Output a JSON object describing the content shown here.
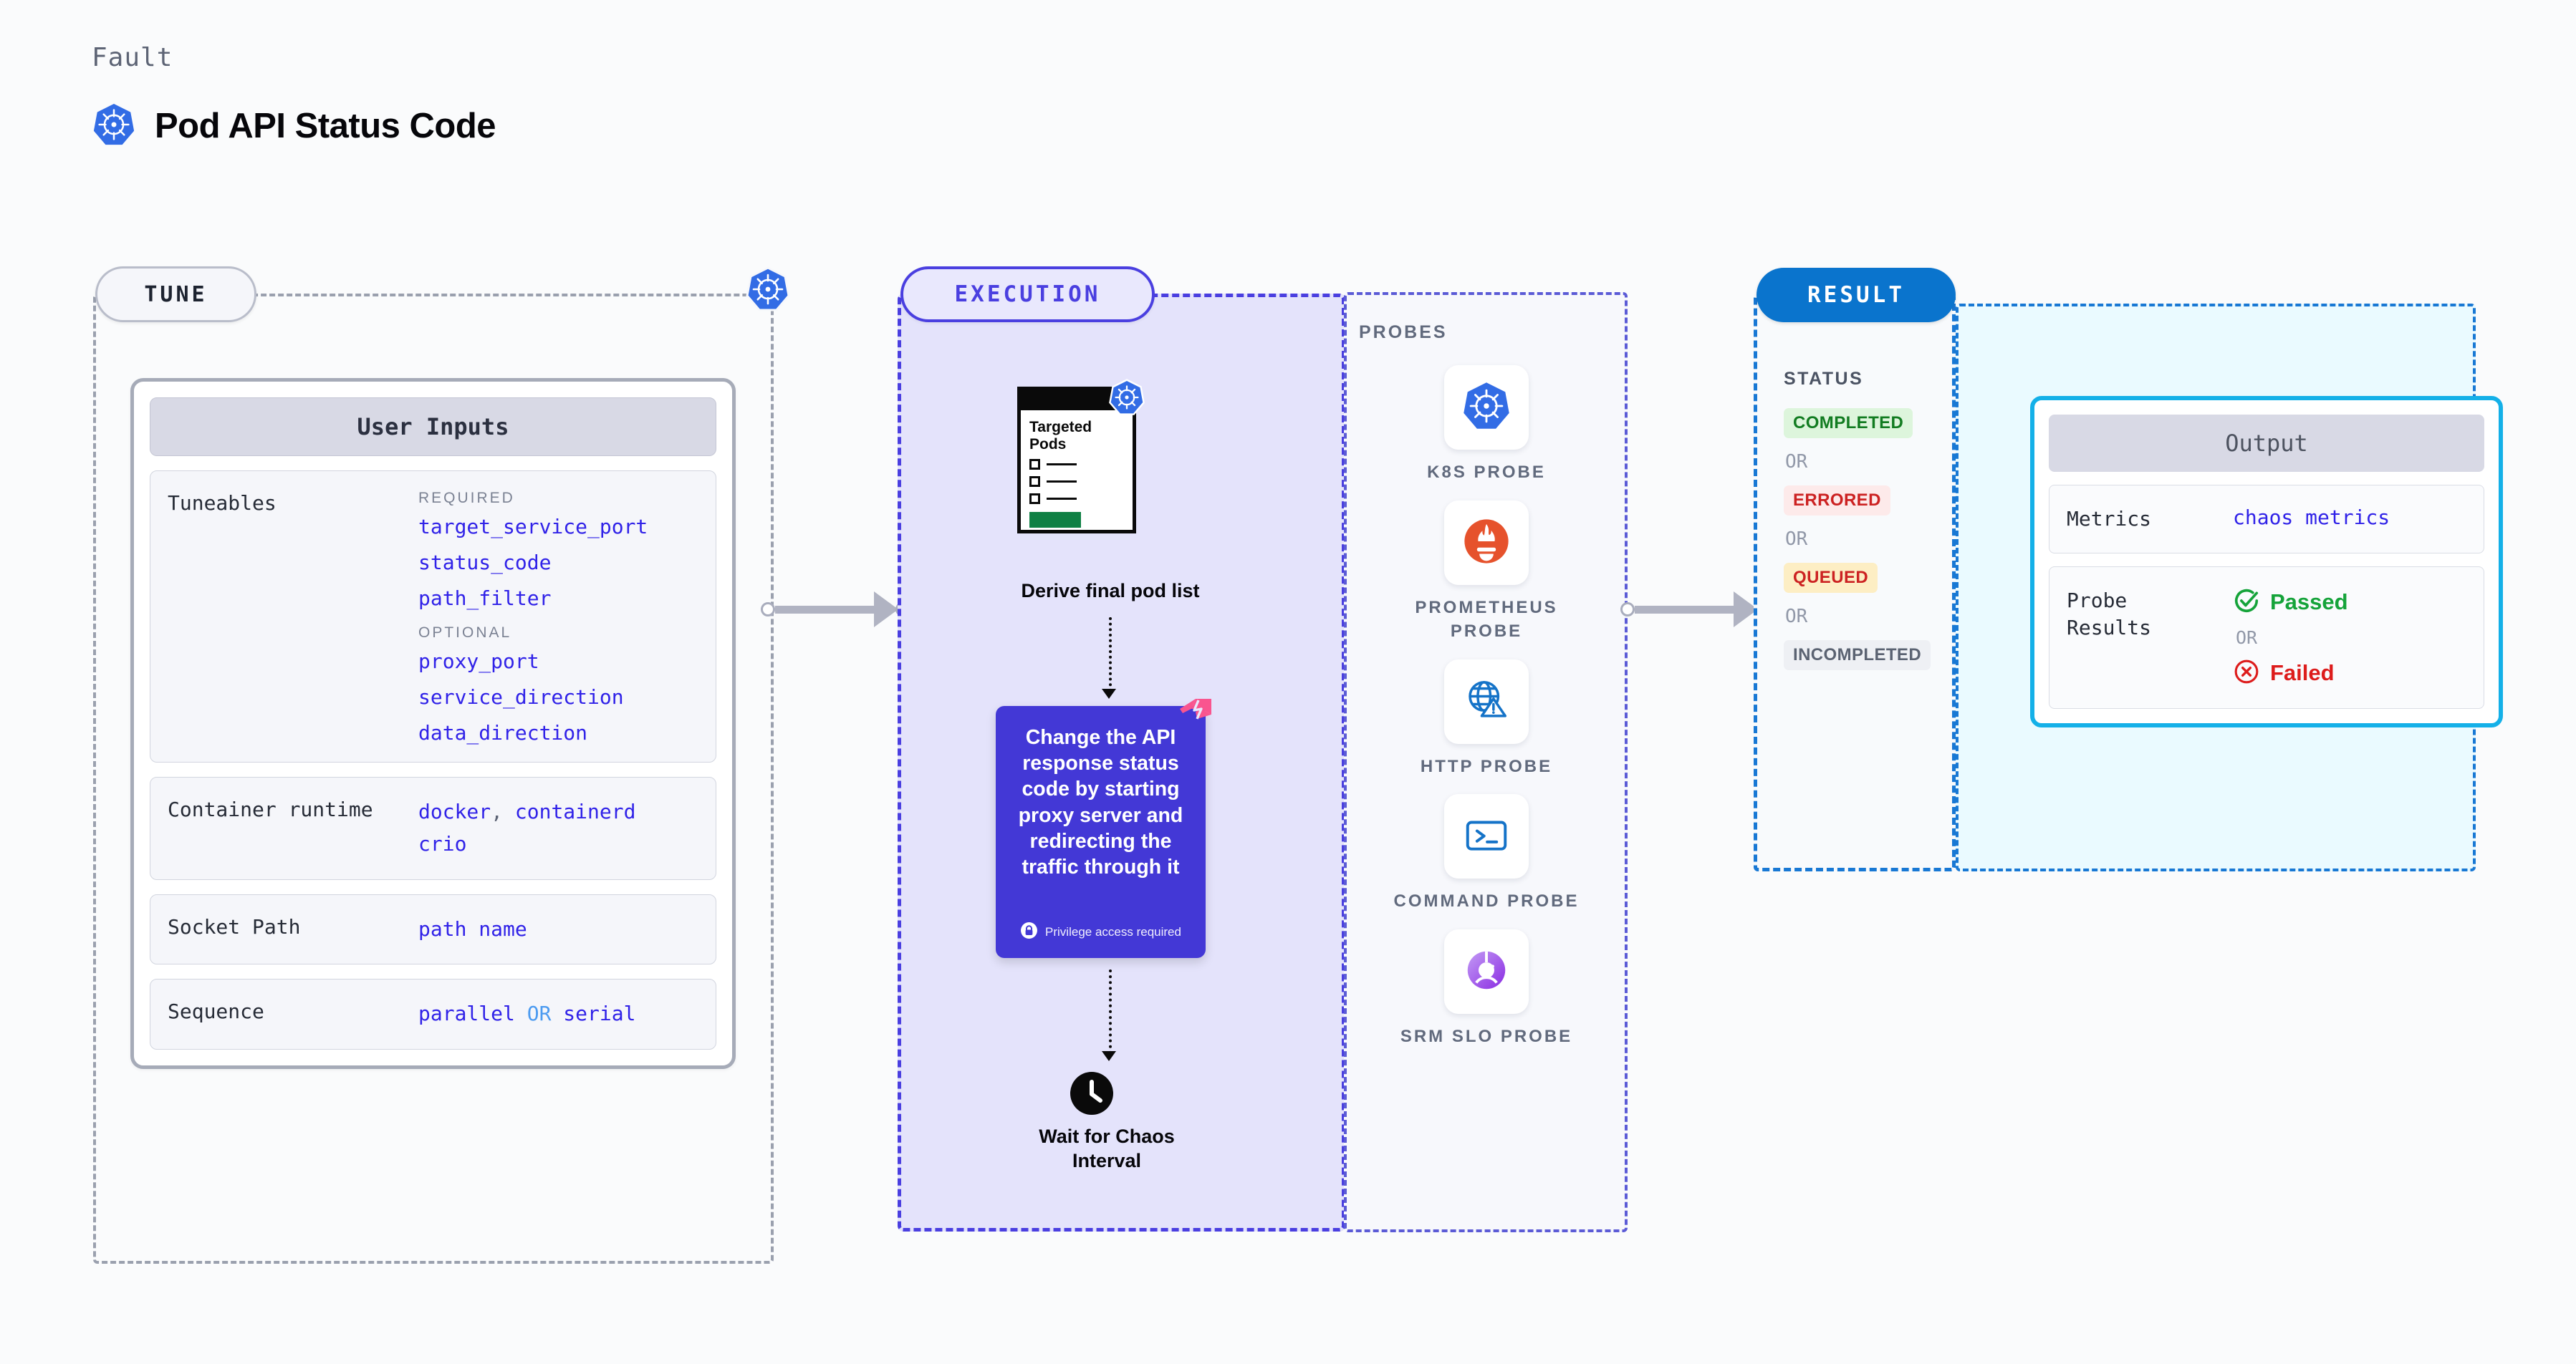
{
  "header": {
    "fault_label": "Fault",
    "title": "Pod API Status Code",
    "icon": "kubernetes-icon"
  },
  "tune": {
    "pill_label": "TUNE",
    "card_title": "User Inputs",
    "rows": [
      {
        "label": "Tuneables",
        "groups": [
          {
            "title": "REQUIRED",
            "items": [
              "target_service_port",
              "status_code",
              "path_filter"
            ]
          },
          {
            "title": "OPTIONAL",
            "items": [
              "proxy_port",
              "service_direction",
              "data_direction"
            ]
          }
        ]
      },
      {
        "label": "Container runtime",
        "values": [
          "docker",
          "containerd",
          "crio"
        ],
        "separator": ","
      },
      {
        "label": "Socket Path",
        "values": [
          "path name"
        ]
      },
      {
        "label": "Sequence",
        "values": [
          "parallel",
          "serial"
        ],
        "joiner": "OR"
      }
    ]
  },
  "execution": {
    "pill_label": "EXECUTION",
    "pods_card": {
      "title": "Targeted Pods",
      "icon": "kubernetes-icon",
      "list_rows": 3
    },
    "derive_label": "Derive final pod list",
    "action_card": {
      "text": "Change the API response status code by starting proxy server and redirecting the traffic through it",
      "privilege_note": "Privilege access required",
      "privilege_icon": "lock-icon",
      "corner_icon": "harness-pinwheel-icon",
      "color": "#4338d6"
    },
    "wait": {
      "icon": "clock-icon",
      "label": "Wait for Chaos Interval"
    }
  },
  "probes": {
    "title": "PROBES",
    "items": [
      {
        "name": "K8S PROBE",
        "icon": "kubernetes-icon"
      },
      {
        "name": "PROMETHEUS PROBE",
        "icon": "prometheus-icon"
      },
      {
        "name": "HTTP PROBE",
        "icon": "globe-warning-icon"
      },
      {
        "name": "COMMAND PROBE",
        "icon": "terminal-icon"
      },
      {
        "name": "SRM SLO PROBE",
        "icon": "srm-slo-icon"
      }
    ]
  },
  "result": {
    "pill_label": "RESULT",
    "status_title": "STATUS",
    "or_label": "OR",
    "statuses": [
      {
        "label": "COMPLETED",
        "color": "#127c21",
        "bg": "#ddf5dc"
      },
      {
        "label": "ERRORED",
        "color": "#cc2222",
        "bg": "#fdeaea"
      },
      {
        "label": "QUEUED",
        "color": "#cc2222",
        "bg": "#fdeec4"
      },
      {
        "label": "INCOMPLETED",
        "color": "#5b6372",
        "bg": "#eef0f4"
      }
    ],
    "output": {
      "title": "Output",
      "metrics_label": "Metrics",
      "metrics_value": "chaos metrics",
      "probe_results_label": "Probe Results",
      "passed_label": "Passed",
      "failed_label": "Failed",
      "passed_icon": "check-circle-icon",
      "failed_icon": "x-circle-icon",
      "or_label": "OR",
      "passed_color": "#15a33a",
      "failed_color": "#dd1c1c"
    }
  },
  "colors": {
    "accent_blue": "#326ce5",
    "execution_purple": "#4a3fe0",
    "result_blue": "#0a74cd",
    "output_cyan": "#14b0e8",
    "code_blue": "#3022e8"
  }
}
